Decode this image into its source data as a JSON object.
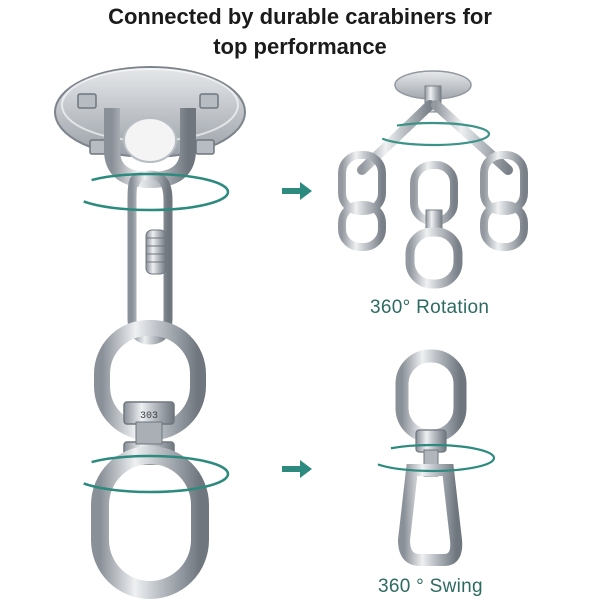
{
  "headline": {
    "line1": "Connected by durable carabiners for",
    "line2": "top performance"
  },
  "captions": {
    "rotation": "360° Rotation",
    "swing": "360 ° Swing"
  },
  "swivel_stamp": "303",
  "colors": {
    "accent": "#2d8a7e",
    "caption": "#2d6b62",
    "metal": "#c8ccd1",
    "metal_dark": "#7d848c"
  }
}
